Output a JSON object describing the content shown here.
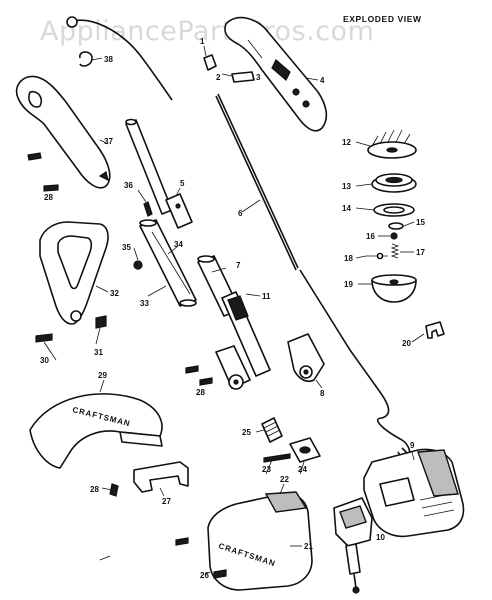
{
  "watermark": "AppliancePartsPros.com",
  "title": "EXPLODED VIEW",
  "brand": "CRAFTSMAN",
  "callouts": {
    "c1": "1",
    "c2": "2",
    "c3": "3",
    "c4": "4",
    "c5": "5",
    "c6": "6",
    "c7": "7",
    "c8": "8",
    "c9": "9",
    "c10": "10",
    "c11": "11",
    "c12": "12",
    "c13": "13",
    "c14": "14",
    "c15": "15",
    "c16": "16",
    "c17": "17",
    "c18": "18",
    "c19": "19",
    "c20": "20",
    "c21": "21",
    "c22": "22",
    "c23": "23",
    "c24": "24",
    "c25": "25",
    "c26": "26",
    "c27": "27",
    "c28": "28",
    "c28b": "28",
    "c28c": "28",
    "c29": "29",
    "c30": "30",
    "c31": "31",
    "c32": "32",
    "c33": "33",
    "c34": "34",
    "c35": "35",
    "c36": "36",
    "c37": "37",
    "c38": "38"
  }
}
